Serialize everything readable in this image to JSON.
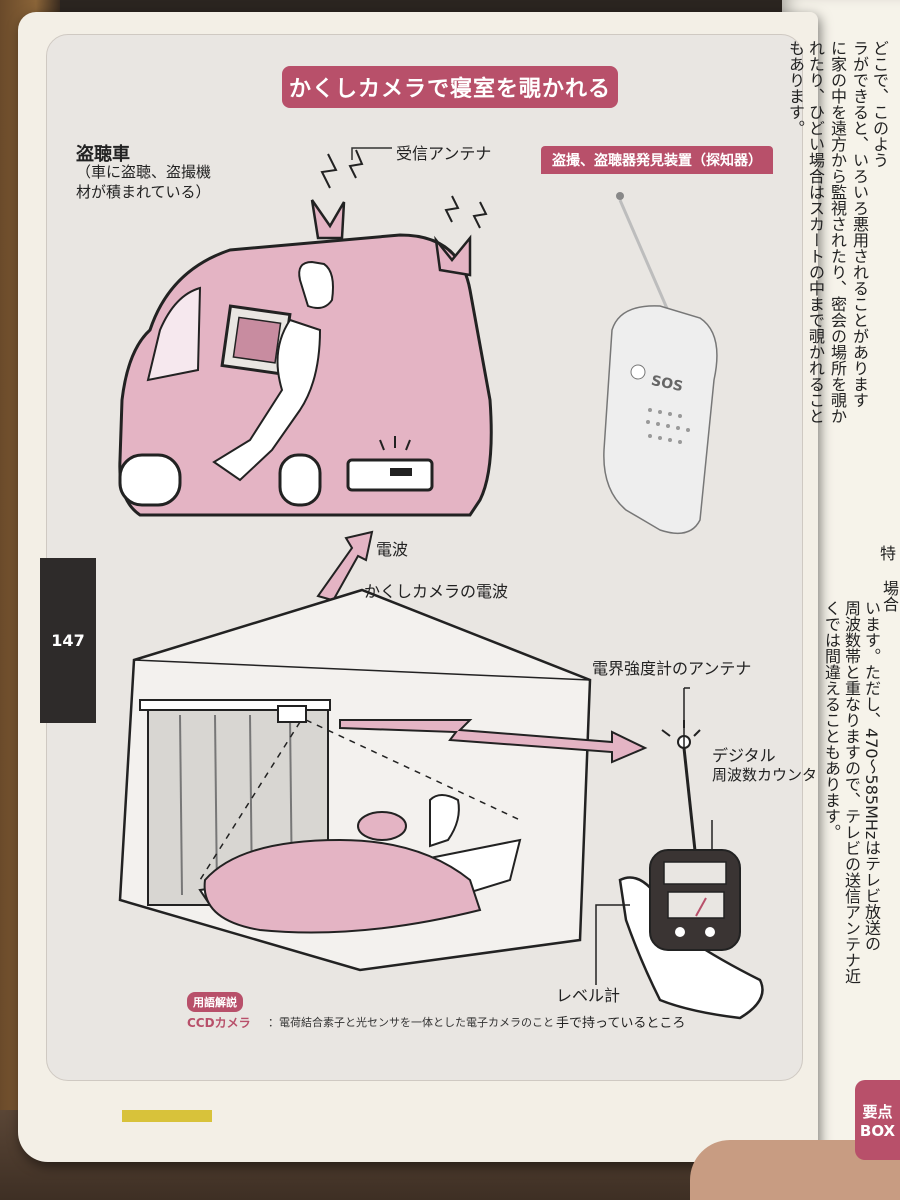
{
  "page": {
    "title": "かくしカメラで寝室を覗かれる",
    "page_number": "147"
  },
  "car": {
    "label": "盗聴車",
    "desc_line1": "（車に盗聴、盗撮機",
    "desc_line2": "材が積まれている）",
    "antenna_label": "受信アンテナ"
  },
  "photo": {
    "title": "盗撮、盗聴器発見装置（探知器）",
    "device_text": "SOS"
  },
  "signal": {
    "wave_label": "電波",
    "camera_wave_label": "かくしカメラの電波"
  },
  "meter": {
    "antenna_label": "電界強度計のアンテナ",
    "counter_label_1": "デジタル",
    "counter_label_2": "周波数カウンタ",
    "level_label": "レベル計",
    "hand_label": "手で持っているところ"
  },
  "glossary": {
    "tag": "用語解説",
    "term": "CCDカメラ",
    "definition": "：電荷結合素子と光センサを一体とした電子カメラのこと"
  },
  "right_page": {
    "lines": [
      "どこで、このよう",
      "ラができると、いろいろ悪用されることがあります",
      "に家の中を遠方から監視されたり、密会の場所を覗か",
      "れたり、ひどい場合はスカートの中まで覗かれること",
      "もあります。",
      "場合",
      "います。ただし、470〜585MHzはテレビ放送の",
      "周波数帯と重なりますので、テレビの送信アンテナ近",
      "くでは間違えることもあります。"
    ],
    "box_line1": "要点",
    "box_line2": "BOX",
    "fragment": "特"
  },
  "colors": {
    "accent": "#b8506a",
    "pink_fill": "#e4b4c4",
    "panel": "#e9e6e2"
  }
}
